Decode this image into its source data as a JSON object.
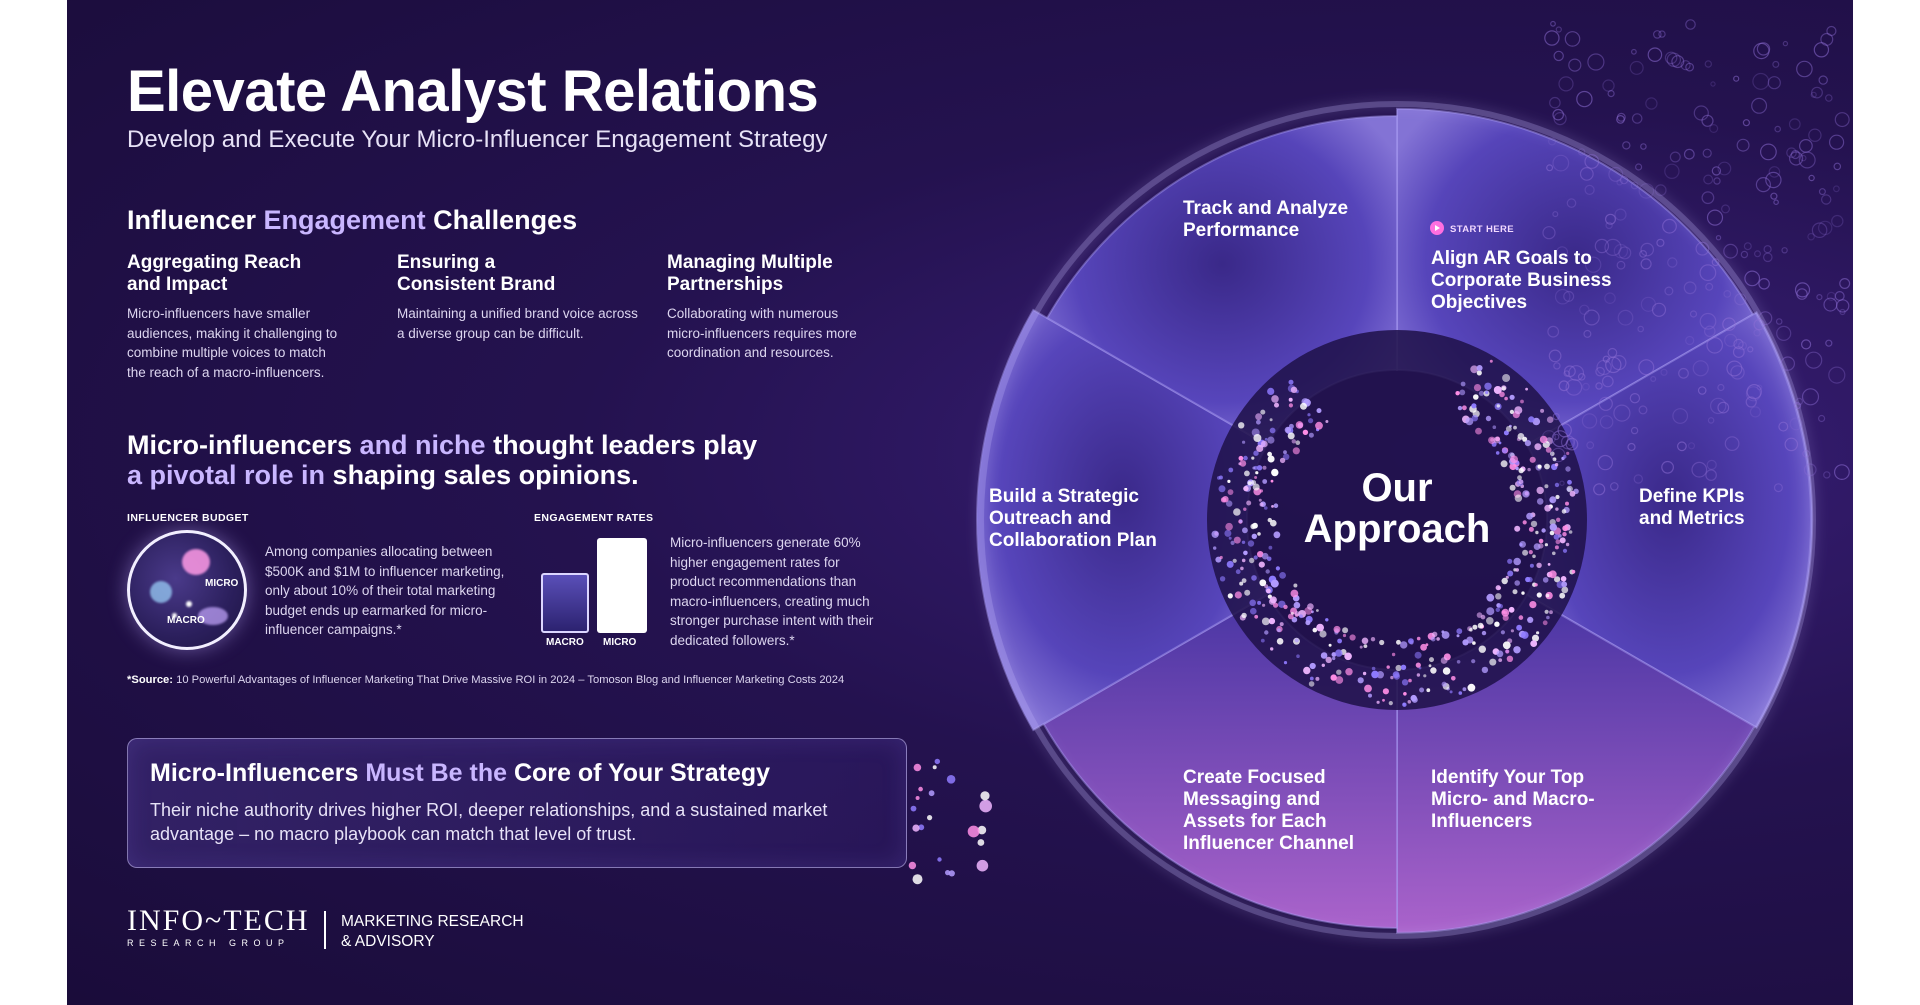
{
  "header": {
    "title": "Elevate Analyst Relations",
    "subtitle": "Develop and Execute Your Micro-Influencer Engagement Strategy"
  },
  "challenges": {
    "heading_pre": "Influencer ",
    "heading_accent": "Engagement",
    "heading_post": " Challenges",
    "items": [
      {
        "title": "Aggregating Reach and Impact",
        "body": "Micro-influencers have smaller audiences, making it challenging to combine multiple voices to match the reach of a macro-influencers."
      },
      {
        "title": "Ensuring a Consistent Brand",
        "body": "Maintaining a unified brand voice across a diverse group can be difficult."
      },
      {
        "title": "Managing Multiple Partnerships",
        "body": "Collaborating with numerous micro-influencers requires more coordination and resources."
      }
    ]
  },
  "pivotal": {
    "part1": "Micro-influencers",
    "part2": " and niche ",
    "part3": "thought leaders play",
    "part4": "a pivotal role in",
    "part5": " shaping sales opinions."
  },
  "budget": {
    "label": "INFLUENCER BUDGET",
    "micro_tag": "MICRO",
    "macro_tag": "MACRO",
    "micro_share_percent": 10,
    "text": "Among companies allocating between $500K and $1M to influencer marketing, only about 10% of their total marketing budget ends up earmarked for micro-influencer campaigns.*"
  },
  "engagement": {
    "label": "ENGAGEMENT RATES",
    "macro_label": "MACRO",
    "micro_label": "MICRO",
    "micro_advantage_percent": 60,
    "text": "Micro-influencers generate 60% higher engagement rates for product recommendations than macro-influencers, creating much stronger purchase intent with their dedicated followers.*"
  },
  "source": {
    "prefix": "*Source:",
    "text": " 10 Powerful Advantages of Influencer Marketing That Drive Massive ROI in 2024 – Tomoson Blog and Influencer Marketing Costs 2024"
  },
  "core": {
    "heading_pre": "Micro-Influencers ",
    "heading_accent": "Must Be the",
    "heading_post": " Core of Your Strategy",
    "body": "Their niche authority drives higher ROI, deeper relationships, and a sustained market advantage – no macro playbook can match that level of trust."
  },
  "footer": {
    "brand": "INFO~TECH",
    "brand_sub": "RESEARCH GROUP",
    "division_line1": "MARKETING RESEARCH",
    "division_line2": "& ADVISORY"
  },
  "approach": {
    "center_line1": "Our",
    "center_line2": "Approach",
    "start_here": "START HERE",
    "steps": [
      {
        "label": "Align AR Goals to Corporate Business Objectives"
      },
      {
        "label": "Define KPIs and Metrics"
      },
      {
        "label": "Identify Your Top Micro- and Macro-Influencers"
      },
      {
        "label": "Create Focused Messaging and Assets for Each Influencer Channel"
      },
      {
        "label": "Build a Strategic Outreach and Collaboration Plan"
      },
      {
        "label": "Track and Analyze Performance"
      }
    ],
    "colors": {
      "accent": "#c9b6ff",
      "highlight": "#ff6fe0",
      "ring_light": "#8b7be0",
      "ring_dark": "#3b2a8c"
    }
  }
}
